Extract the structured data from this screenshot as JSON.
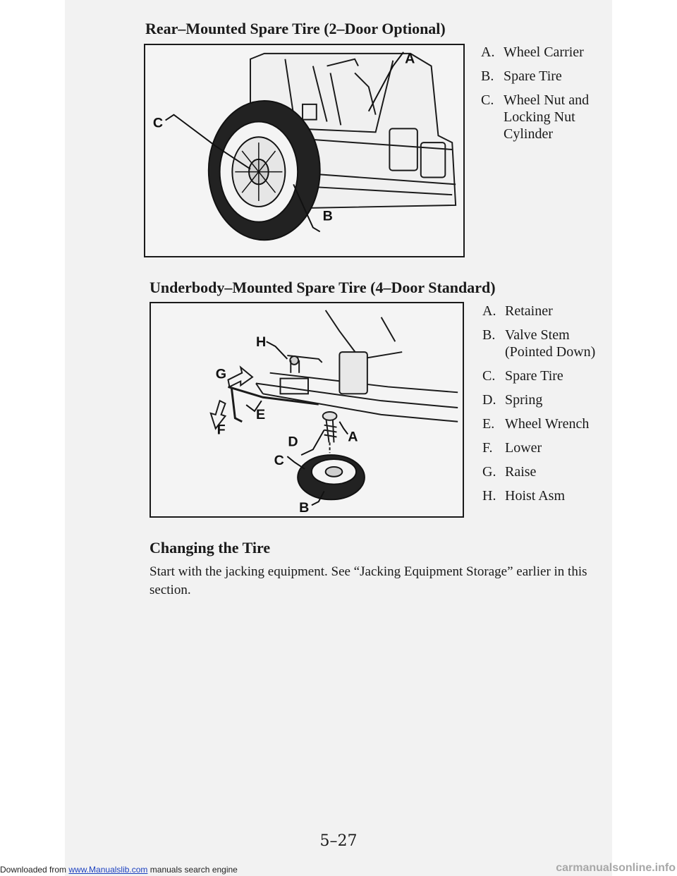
{
  "footer": {
    "prefix": "Downloaded from ",
    "link": "www.Manualslib.com",
    "suffix": " manuals search engine"
  },
  "watermark": "carmanualsonline.info",
  "section1": {
    "title": "Rear–Mounted Spare Tire (2–Door Optional)",
    "figure_labels": [
      "A",
      "B",
      "C"
    ],
    "legend": [
      {
        "key": "A.",
        "text": "Wheel Carrier"
      },
      {
        "key": "B.",
        "text": "Spare Tire"
      },
      {
        "key": "C.",
        "text": "Wheel Nut and Locking Nut Cylinder"
      }
    ]
  },
  "section2": {
    "title": "Underbody–Mounted Spare Tire (4–Door Standard)",
    "figure_labels": [
      "A",
      "B",
      "C",
      "D",
      "E",
      "F",
      "G",
      "H"
    ],
    "legend": [
      {
        "key": "A.",
        "text": "Retainer"
      },
      {
        "key": "B.",
        "text": "Valve Stem (Pointed Down)"
      },
      {
        "key": "C.",
        "text": "Spare Tire"
      },
      {
        "key": "D.",
        "text": "Spring"
      },
      {
        "key": "E.",
        "text": "Wheel Wrench"
      },
      {
        "key": "F.",
        "text": "Lower"
      },
      {
        "key": "G.",
        "text": "Raise"
      },
      {
        "key": "H.",
        "text": "Hoist Asm"
      }
    ]
  },
  "section3": {
    "title": "Changing the Tire",
    "body": "Start with the jacking equipment. See “Jacking Equipment Storage” earlier in this section."
  },
  "page_number": "5–27"
}
